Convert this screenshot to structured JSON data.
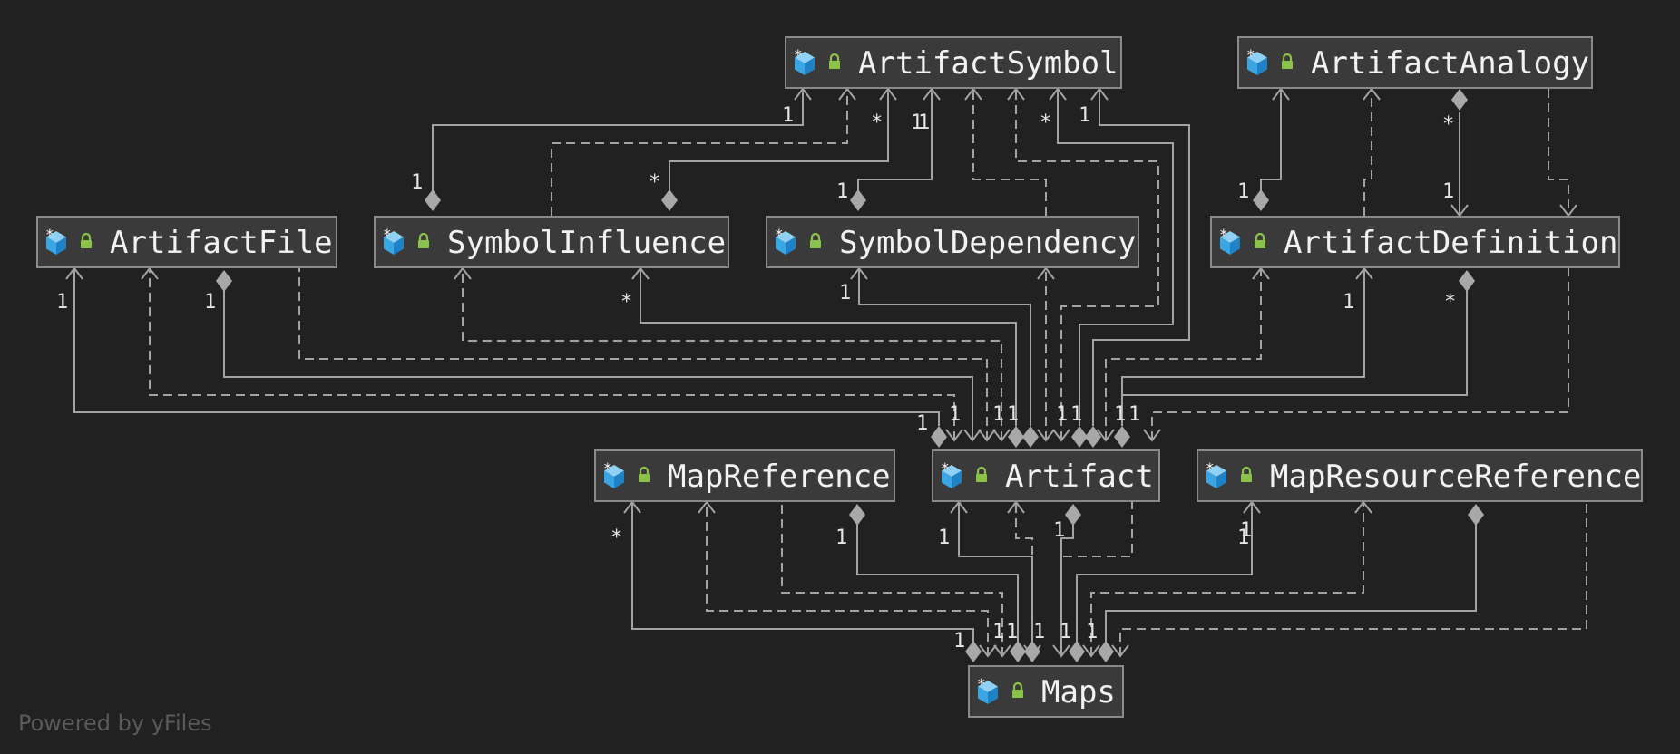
{
  "classes": [
    {
      "id": "artifactsymbol",
      "label": "ArtifactSymbol"
    },
    {
      "id": "artifactanalogy",
      "label": "ArtifactAnalogy"
    },
    {
      "id": "artifactfile",
      "label": "ArtifactFile"
    },
    {
      "id": "symbolinfluence",
      "label": "SymbolInfluence"
    },
    {
      "id": "symboldependency",
      "label": "SymbolDependency"
    },
    {
      "id": "artifactdefinition",
      "label": "ArtifactDefinition"
    },
    {
      "id": "mapreference",
      "label": "MapReference"
    },
    {
      "id": "artifact",
      "label": "Artifact"
    },
    {
      "id": "mapresourcereference",
      "label": "MapResourceReference"
    },
    {
      "id": "maps",
      "label": "Maps"
    }
  ],
  "multiplicities": [
    "1",
    "*",
    "1",
    "1",
    "*",
    "1",
    "1",
    "*",
    "1",
    "1",
    "*",
    "1",
    "1",
    "1",
    "*",
    "1",
    "1",
    "1",
    "1",
    "1",
    "1",
    "1",
    "1",
    "1",
    "1",
    "*",
    "1",
    "1",
    "1",
    "1",
    "*",
    "1",
    "1",
    "1",
    "1",
    "1",
    "1",
    "1",
    "1",
    "1",
    "1",
    "1"
  ],
  "icons": {
    "class_icon": "blue-cube-class-icon",
    "lock_icon": "green-lock-icon"
  },
  "colors": {
    "background": "#212121",
    "node_fill": "#3a3a3a",
    "cube": "#4fb3ea",
    "lock": "#8bc34a"
  },
  "footer": {
    "text": "Powered by yFiles"
  }
}
